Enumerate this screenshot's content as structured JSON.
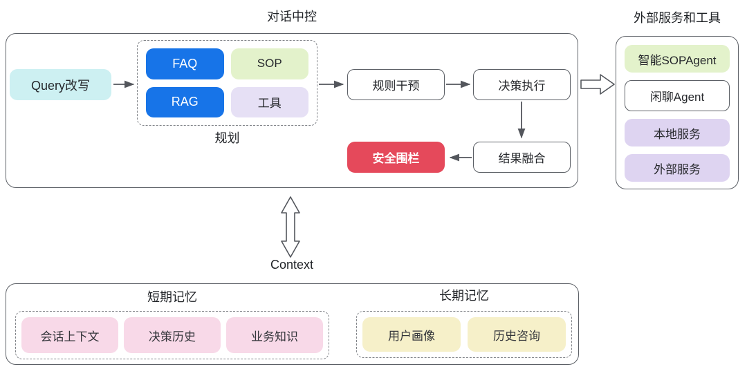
{
  "dialog_hub": {
    "title": "对话中控",
    "query_rewrite_label": "Query改写",
    "planning": {
      "label": "规划",
      "items": [
        {
          "label": "FAQ",
          "style": "blue"
        },
        {
          "label": "SOP",
          "style": "green"
        },
        {
          "label": "RAG",
          "style": "blue"
        },
        {
          "label": "工具",
          "style": "purple"
        }
      ]
    },
    "rule_intervention_label": "规则干预",
    "decision_execution_label": "决策执行",
    "result_fusion_label": "结果融合",
    "safety_guardrail_label": "安全围栏"
  },
  "external_services": {
    "title": "外部服务和工具",
    "items": [
      {
        "label": "智能SOPAgent",
        "style": "green"
      },
      {
        "label": "闲聊Agent",
        "style": "white"
      },
      {
        "label": "本地服务",
        "style": "purple"
      },
      {
        "label": "外部服务",
        "style": "purple"
      }
    ]
  },
  "context": {
    "label": "Context"
  },
  "memory": {
    "short_term": {
      "title": "短期记忆",
      "items": [
        {
          "label": "会话上下文"
        },
        {
          "label": "决策历史"
        },
        {
          "label": "业务知识"
        }
      ]
    },
    "long_term": {
      "title": "长期记忆",
      "items": [
        {
          "label": "用户画像"
        },
        {
          "label": "历史咨询"
        }
      ]
    }
  },
  "colors": {
    "accent_blue": "#1774e8",
    "accent_red": "#e5495b",
    "soft_green": "#e3f2cb",
    "soft_lavender": "#e6e0f5",
    "panel_lavender": "#ded4f1",
    "soft_cyan": "#cdf0f2",
    "soft_pink": "#f8d9e8",
    "soft_yellow": "#f6f0c9",
    "line_gray": "#5c6066"
  }
}
